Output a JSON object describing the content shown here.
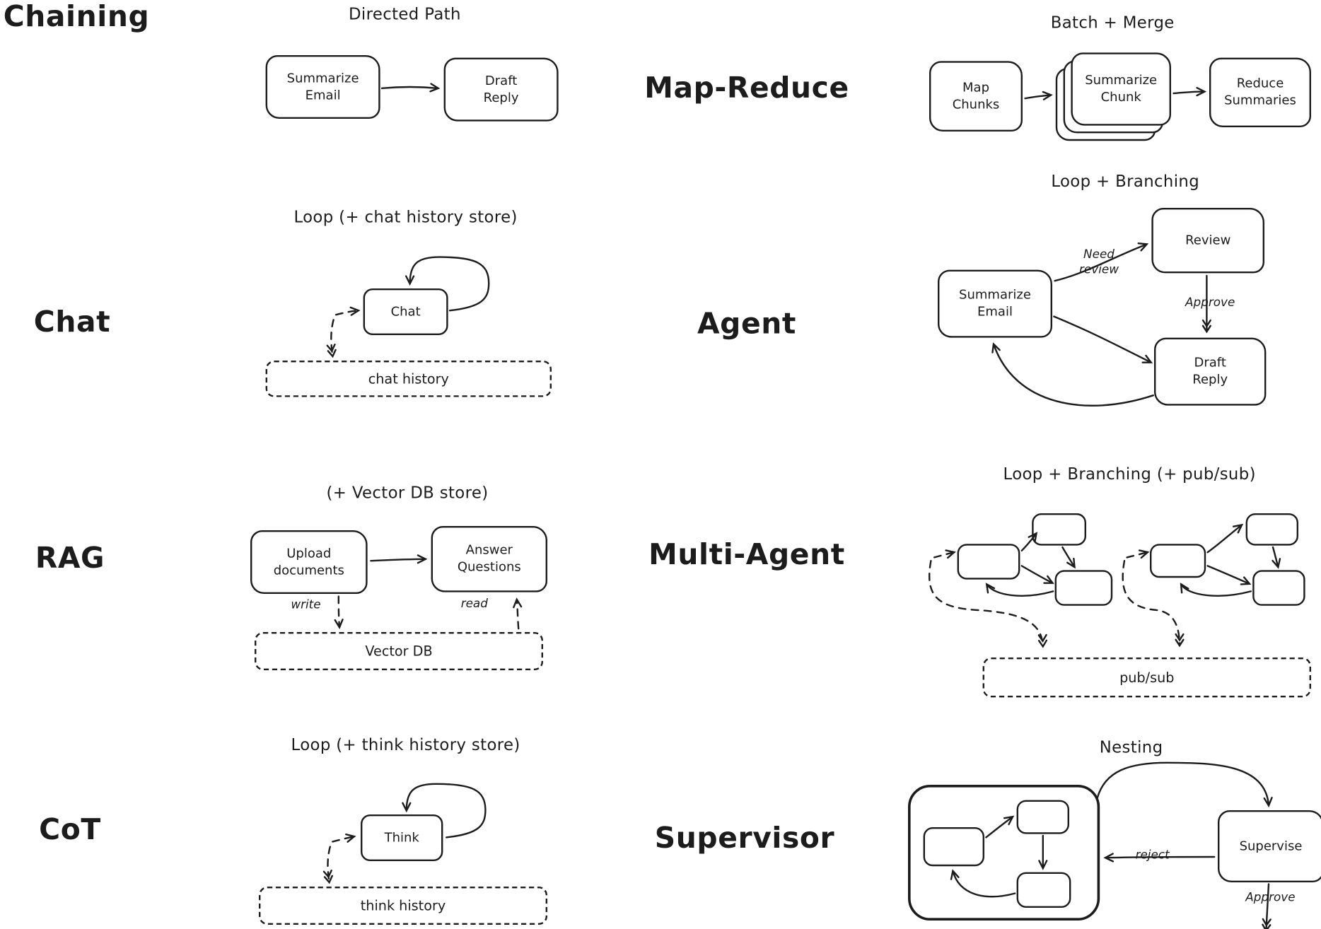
{
  "ink": "#1c1c1c",
  "sections": {
    "chaining": {
      "label": "Chaining",
      "title": "Directed Path",
      "node_a": "Summarize Email",
      "node_b": "Draft Reply"
    },
    "map_reduce": {
      "label": "Map-Reduce",
      "title": "Batch + Merge",
      "node_a": "Map Chunks",
      "node_b": "Summarize Chunk",
      "node_c": "Reduce Summaries"
    },
    "chat": {
      "label": "Chat",
      "title": "Loop (+ chat history store)",
      "node_a": "Chat",
      "store": "chat history"
    },
    "agent": {
      "label": "Agent",
      "title": "Loop + Branching",
      "node_summarize": "Summarize Email",
      "node_review": "Review",
      "node_draft": "Draft Reply",
      "edge_need_review": "Need review",
      "edge_approve": "Approve"
    },
    "rag": {
      "label": "RAG",
      "title": "(+ Vector DB store)",
      "node_a": "Upload documents",
      "node_b": "Answer Questions",
      "edge_write": "write",
      "edge_read": "read",
      "store": "Vector DB"
    },
    "multi_agent": {
      "label": "Multi-Agent",
      "title": "Loop + Branching (+ pub/sub)",
      "store": "pub/sub"
    },
    "cot": {
      "label": "CoT",
      "title": "Loop (+ think history store)",
      "node_a": "Think",
      "store": "think history"
    },
    "supervisor": {
      "label": "Supervisor",
      "title": "Nesting",
      "node_supervise": "Supervise",
      "edge_reject": "reject",
      "edge_approve": "Approve"
    }
  }
}
